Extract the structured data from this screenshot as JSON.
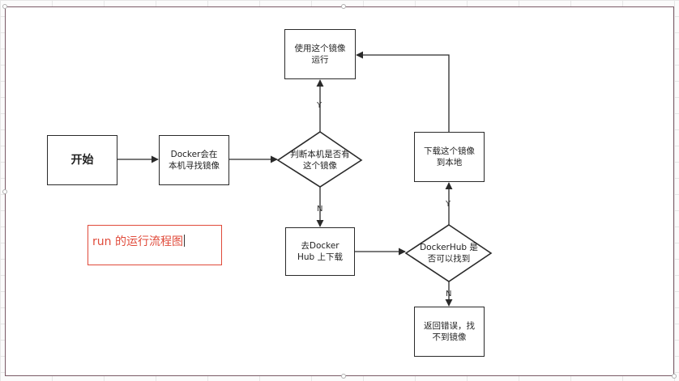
{
  "diagram": {
    "nodes": {
      "start": "开始",
      "docker_search": "Docker会在\n本机寻找镜像",
      "check_local": "判断本机是否有\n这个镜像",
      "use_image": "使用这个镜像\n运行",
      "go_dockerhub": "去Docker\nHub 上下载",
      "hub_found": "DockerHub 是\n否可以找到",
      "download": "下载这个镜像\n到本地",
      "return_error": "返回错误，找\n不到镜像"
    },
    "edge_labels": {
      "local_yes": "Y",
      "local_no": "N",
      "hub_yes": "Y",
      "hub_no": "N"
    },
    "caption": "run 的运行流程图"
  },
  "colors": {
    "stroke": "#2a2a2a",
    "caption": "#e04a3a"
  }
}
